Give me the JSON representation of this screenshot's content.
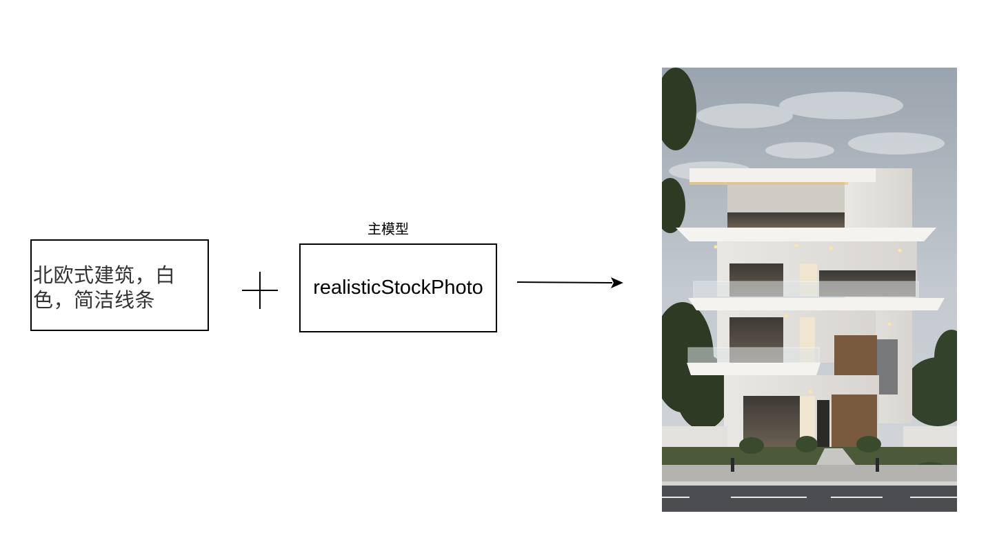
{
  "prompt": {
    "text": "北欧式建筑，白色，简洁线条"
  },
  "plus": {
    "icon": "plus-icon"
  },
  "model": {
    "caption": "主模型",
    "name": "realisticStockPhoto"
  },
  "arrow": {
    "icon": "arrow-right-icon"
  },
  "output_image": {
    "subject": "modern white multi-storey building render"
  }
}
